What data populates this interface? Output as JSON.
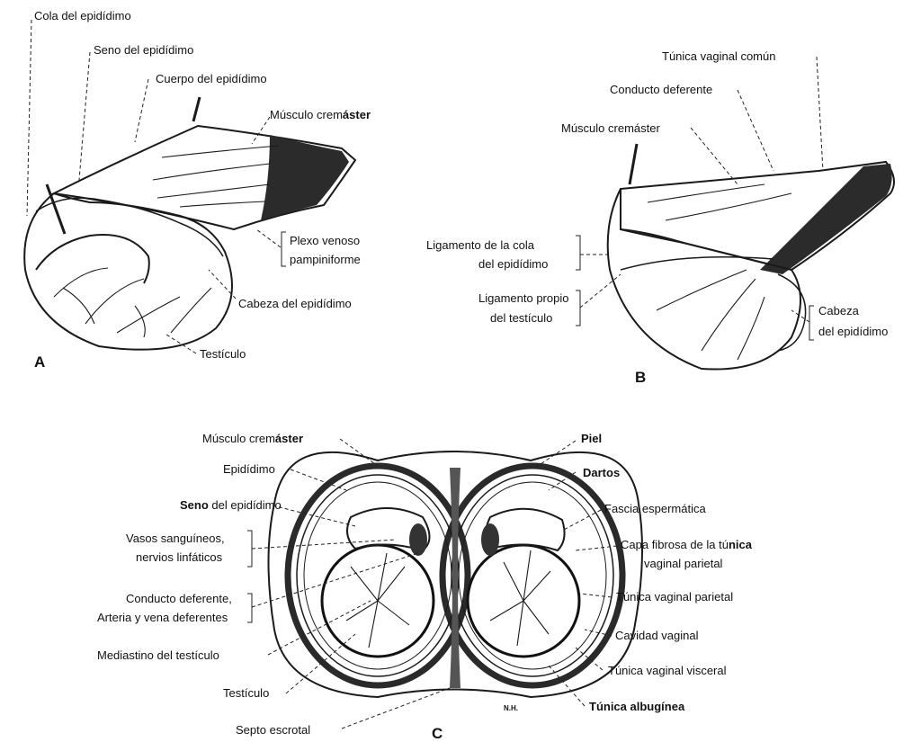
{
  "panels": {
    "a": "A",
    "b": "B",
    "c": "C"
  },
  "signature": "N.H.",
  "labels_a": {
    "cola": "Cola del epidídimo",
    "seno": "Seno del epidídimo",
    "cuerpo": "Cuerpo del epidídimo",
    "cremaster_pre": "Músculo crem",
    "cremaster_bold": "áster",
    "plexo_1": "Plexo venoso",
    "plexo_2": "pampiniforme",
    "cabeza": "Cabeza del epidídimo",
    "testiculo": "Testículo"
  },
  "labels_b": {
    "tunica_comun": "Túnica vaginal común",
    "conducto": "Conducto deferente",
    "cremaster": "Músculo cremáster",
    "lig_cola_1": "Ligamento de la cola",
    "lig_cola_2": "del epidídimo",
    "lig_propio_1": "Ligamento propio",
    "lig_propio_2": "del testículo",
    "cabeza_1": "Cabeza",
    "cabeza_2": "del epidídimo"
  },
  "labels_c": {
    "cremaster_pre": "Músculo crem",
    "cremaster_bold": "áster",
    "epididimo": "Epidídimo",
    "seno_bold": "Seno",
    "seno_rest": " del epidídimo",
    "vasos_1": "Vasos sanguíneos,",
    "vasos_2": "nervios linfáticos",
    "conducto_1": "Conducto deferente,",
    "conducto_2": "Arteria y vena deferentes",
    "mediastino": "Mediastino del testículo",
    "testiculo": "Testículo",
    "septo": "Septo escrotal",
    "piel": "Piel",
    "dartos": "Dartos",
    "fascia": "Fascia espermática",
    "capa_1_pre": "Capa fibrosa de la tú",
    "capa_1_bold": "nica",
    "capa_2": "vaginal parietal",
    "tunica_parietal": "Túnica vaginal parietal",
    "cavidad": "Cavidad vaginal",
    "tunica_visceral": "Túnica vaginal visceral",
    "albuginea": "Túnica albugínea"
  }
}
